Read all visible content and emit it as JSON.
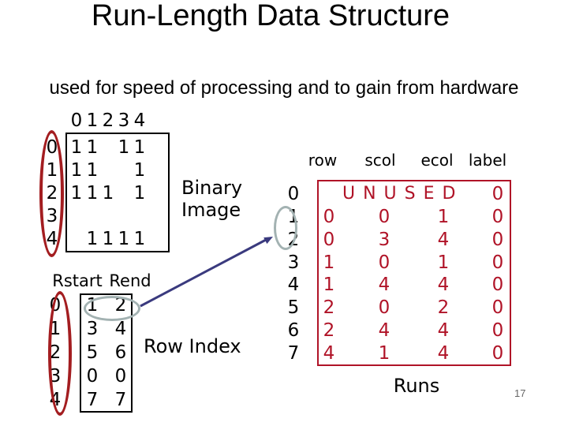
{
  "title": "Run-Length Data Structure",
  "subtitle": "used for speed of processing and to gain from hardware",
  "page_number": "17",
  "colors": {
    "background": "#ffffff",
    "text": "#000000",
    "runs_red": "#b01327",
    "ellipse_red": "#a31d20",
    "ellipse_gray": "#a3b2b2",
    "connector_blue": "#3a3a7e",
    "page_number_gray": "#666666"
  },
  "binary_image": {
    "label": "Binary\nImage",
    "col_header": [
      "0",
      "1",
      "2",
      "3",
      "4"
    ],
    "row_labels": [
      "0",
      "1",
      "2",
      "3",
      "4"
    ],
    "cells": [
      "1",
      "1",
      "",
      "1",
      "1",
      "1",
      "1",
      "",
      "",
      "1",
      "1",
      "1",
      "1",
      "",
      "1",
      "",
      "",
      "",
      "",
      "",
      "",
      "1",
      "1",
      "1",
      "1"
    ]
  },
  "row_index": {
    "label": "Row Index",
    "header_rstart": "Rstart",
    "header_rend": "Rend",
    "rows": [
      {
        "idx": "0",
        "rstart": "1",
        "rend": "2"
      },
      {
        "idx": "1",
        "rstart": "3",
        "rend": "4"
      },
      {
        "idx": "2",
        "rstart": "5",
        "rend": "6"
      },
      {
        "idx": "3",
        "rstart": "0",
        "rend": "0"
      },
      {
        "idx": "4",
        "rstart": "7",
        "rend": "7"
      }
    ]
  },
  "runs": {
    "label": "Runs",
    "headers": [
      "row",
      "scol",
      "ecol",
      "label"
    ],
    "unused_text": "UNUSED",
    "rows": [
      {
        "idx": "0",
        "row": "",
        "scol": "",
        "ecol": "",
        "label": "0"
      },
      {
        "idx": "1",
        "row": "0",
        "scol": "0",
        "ecol": "1",
        "label": "0"
      },
      {
        "idx": "2",
        "row": "0",
        "scol": "3",
        "ecol": "4",
        "label": "0"
      },
      {
        "idx": "3",
        "row": "1",
        "scol": "0",
        "ecol": "1",
        "label": "0"
      },
      {
        "idx": "4",
        "row": "1",
        "scol": "4",
        "ecol": "4",
        "label": "0"
      },
      {
        "idx": "5",
        "row": "2",
        "scol": "0",
        "ecol": "2",
        "label": "0"
      },
      {
        "idx": "6",
        "row": "2",
        "scol": "4",
        "ecol": "4",
        "label": "0"
      },
      {
        "idx": "7",
        "row": "4",
        "scol": "1",
        "ecol": "4",
        "label": "0"
      }
    ]
  }
}
